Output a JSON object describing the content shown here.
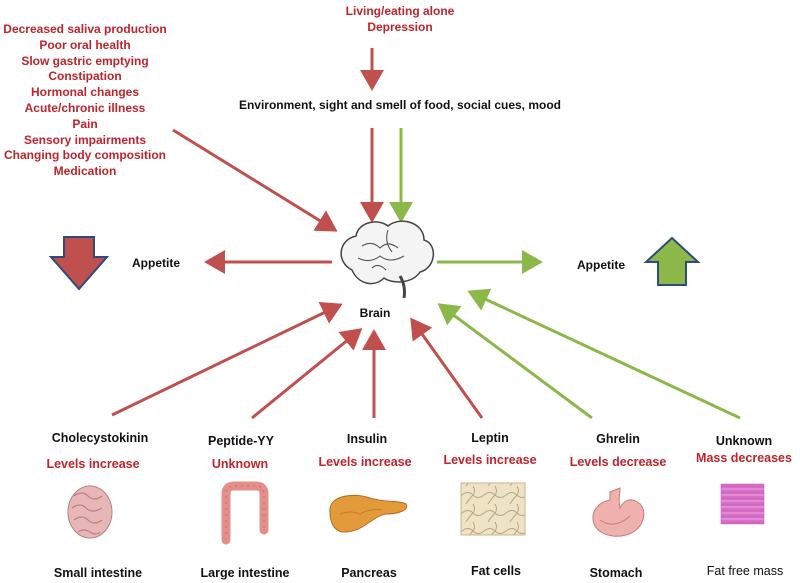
{
  "left_factors": [
    "Decreased saliva production",
    "Poor oral health",
    "Slow gastric emptying",
    "Constipation",
    "Hormonal changes",
    "Acute/chronic illness",
    "Pain",
    "Sensory impairments",
    "Changing body composition",
    "Medication"
  ],
  "social_factors": [
    "Living/eating alone",
    "Depression"
  ],
  "environment_label": "Environment, sight and smell of food, social cues, mood",
  "brain_label": "Brain",
  "appetite_left": "Appetite",
  "appetite_right": "Appetite",
  "hormones": [
    {
      "name": "Cholecystokinin",
      "level": "Levels increase",
      "organ": "Small intestine"
    },
    {
      "name": "Peptide-YY",
      "level": "Unknown",
      "organ": "Large intestine"
    },
    {
      "name": "Insulin",
      "level": "Levels increase",
      "organ": "Pancreas"
    },
    {
      "name": "Leptin",
      "level": "Levels increase",
      "organ": "Fat cells"
    },
    {
      "name": "Ghrelin",
      "level": "Levels decrease",
      "organ": "Stomach"
    },
    {
      "name": "Unknown",
      "level": "Mass decreases",
      "organ": "Fat free mass"
    }
  ],
  "colors": {
    "red_arrow": "#c0504d",
    "green_arrow": "#8cb84a",
    "red_text": "#c0232b",
    "down_arrow_fill": "#c0504d",
    "up_arrow_fill": "#8cb84a",
    "arrow_outline": "#2f4b7c"
  },
  "icons": [
    "brain-icon",
    "small-intestine-icon",
    "large-intestine-icon",
    "pancreas-icon",
    "fat-cells-icon",
    "stomach-icon",
    "muscle-tissue-icon"
  ]
}
